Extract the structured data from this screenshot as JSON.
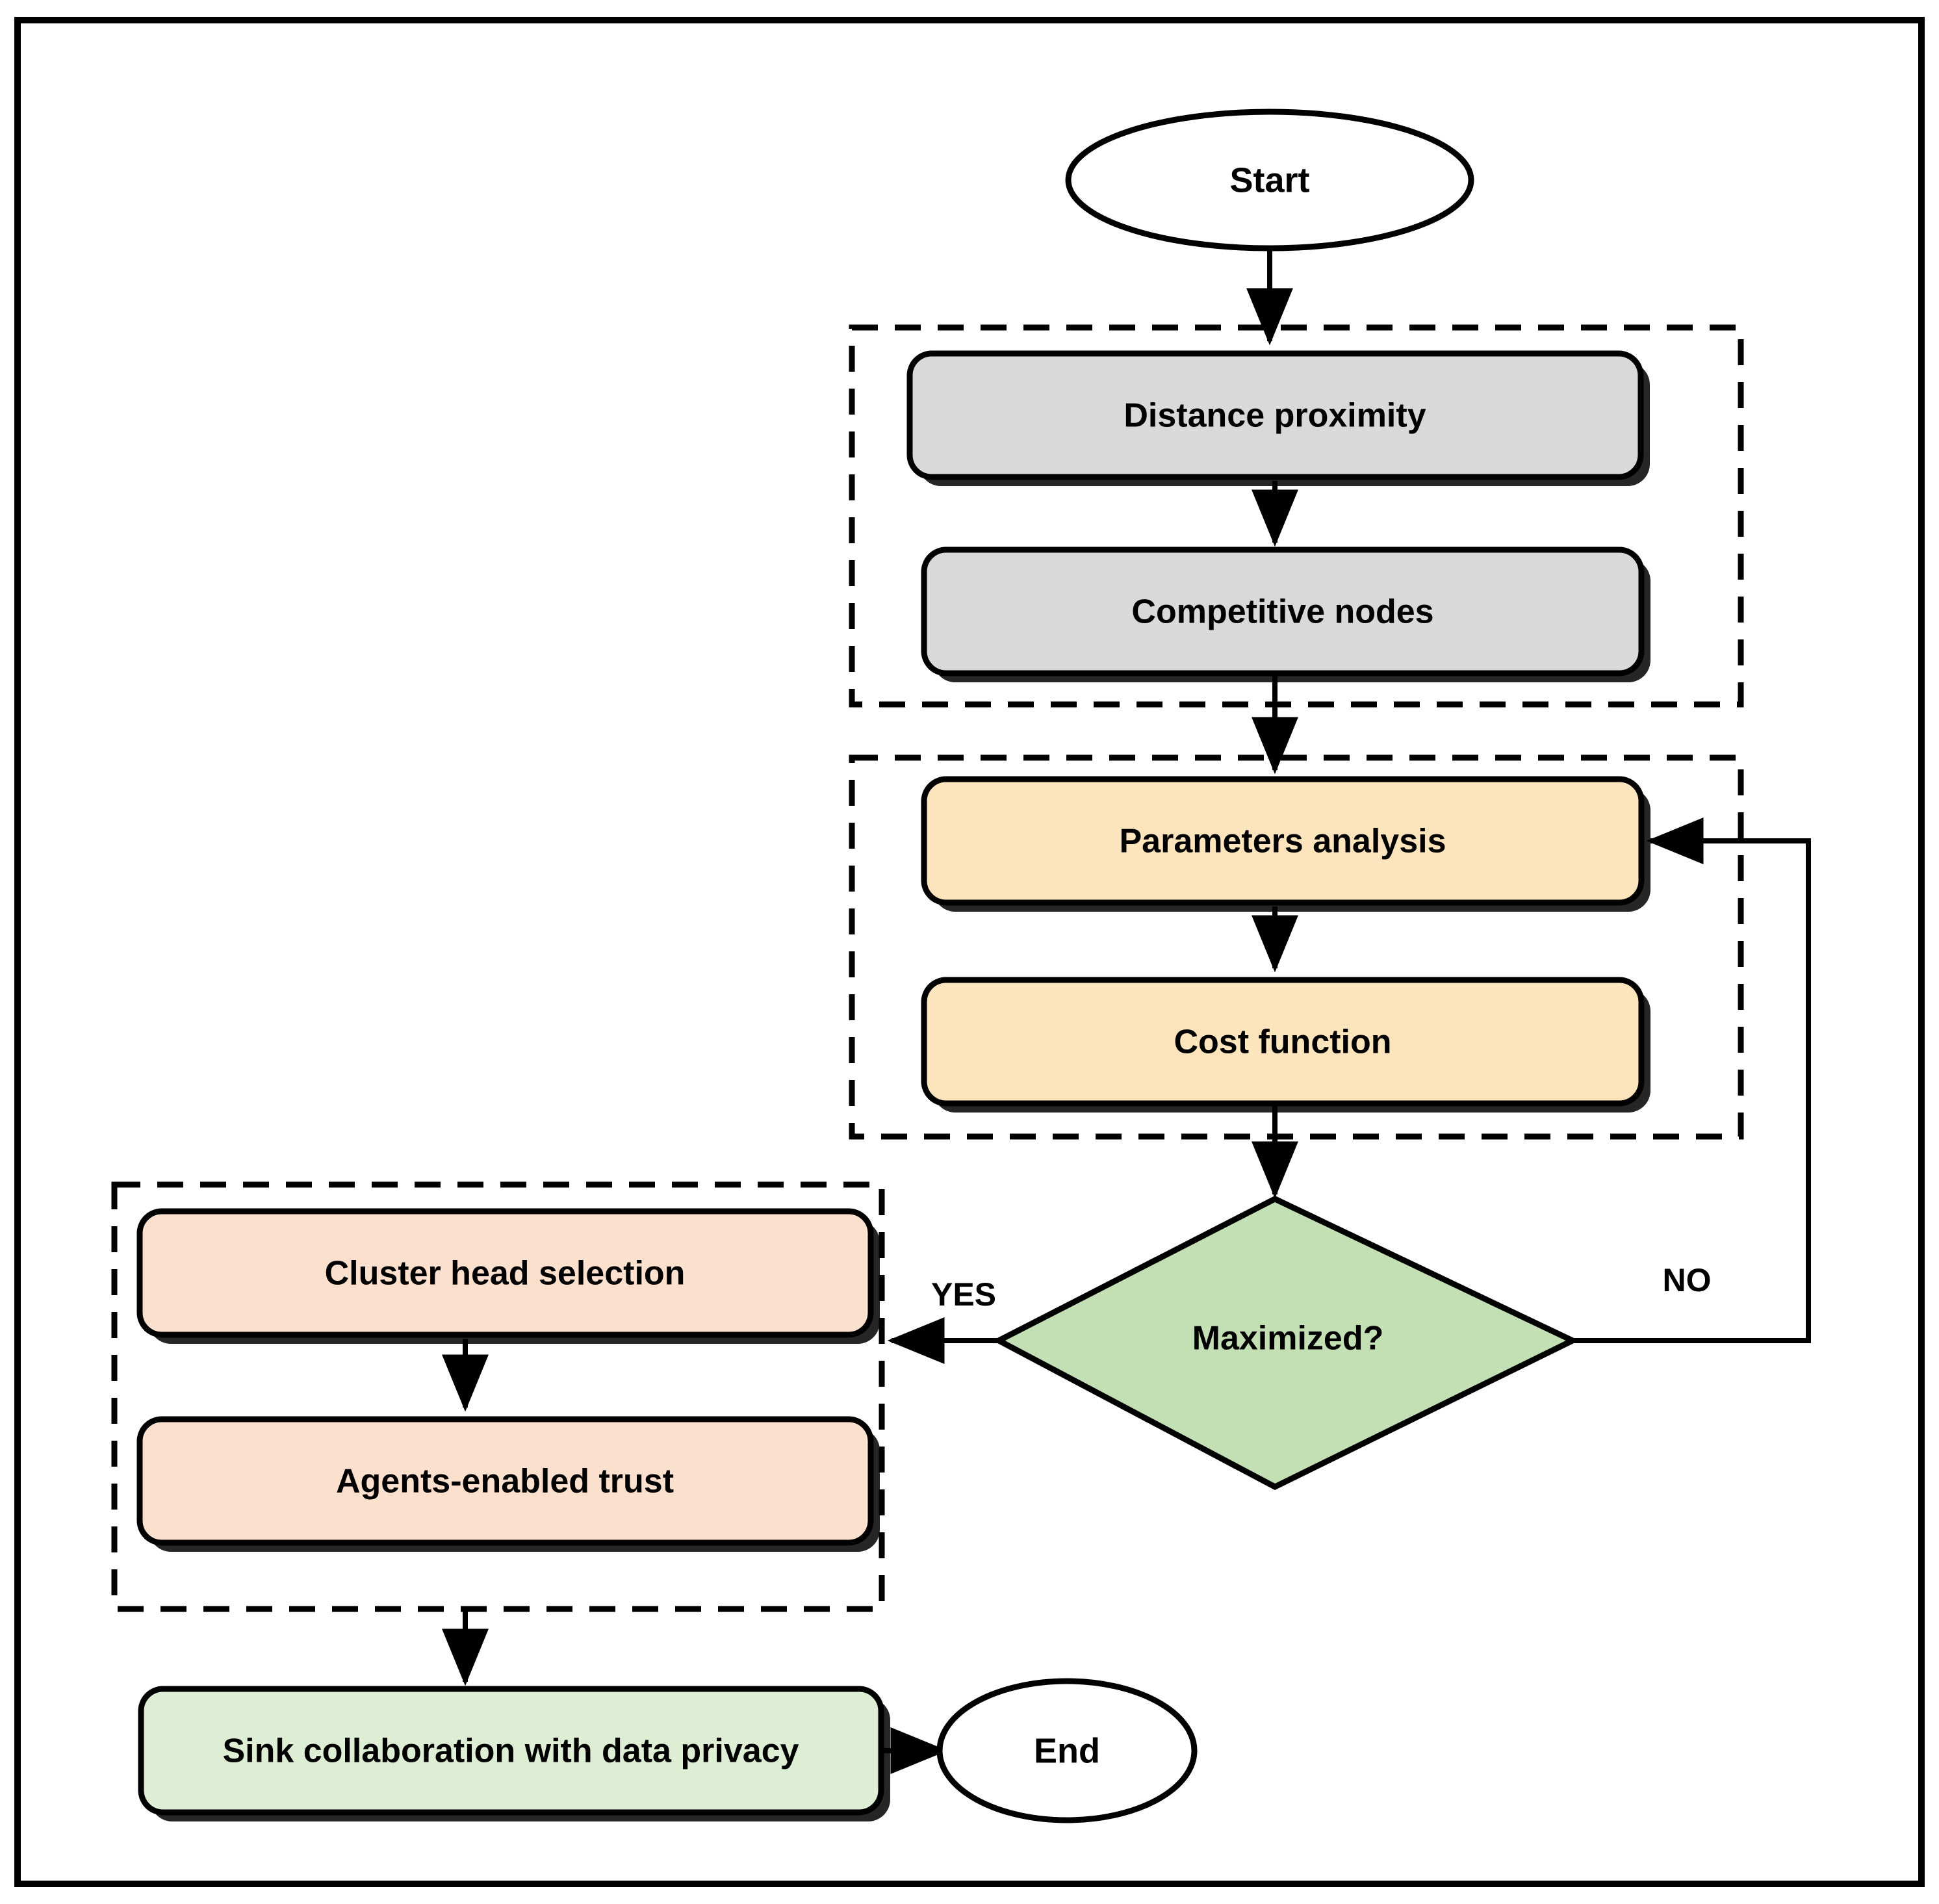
{
  "diagram": {
    "title_text": "",
    "colors": {
      "stage1_fill": "#d9d9d9",
      "stage2_fill": "#fce5bd",
      "stage3_fill": "#fbe0ce",
      "decision_fill": "#c3e0b4",
      "final_fill": "#ddeed4",
      "terminator_fill": "#ffffff",
      "stroke": "#000000",
      "background": "#ffffff"
    },
    "nodes": {
      "start": {
        "label": "Start",
        "shape": "ellipse"
      },
      "distance_proximity": {
        "label": "Distance proximity",
        "shape": "rounded-rect"
      },
      "competitive_nodes": {
        "label": "Competitive nodes",
        "shape": "rounded-rect"
      },
      "parameters_analysis": {
        "label": "Parameters analysis",
        "shape": "rounded-rect"
      },
      "cost_function": {
        "label": "Cost function",
        "shape": "rounded-rect"
      },
      "maximized": {
        "label": "Maximized?",
        "shape": "diamond"
      },
      "cluster_head_selection": {
        "label": "Cluster head selection",
        "shape": "rounded-rect"
      },
      "agents_enabled_trust": {
        "label": "Agents-enabled trust",
        "shape": "rounded-rect"
      },
      "sink_collaboration": {
        "label": "Sink collaboration with data privacy",
        "shape": "rounded-rect"
      },
      "end": {
        "label": "End",
        "shape": "ellipse"
      }
    },
    "edge_labels": {
      "yes": "YES",
      "no": "NO"
    },
    "groups": [
      {
        "name": "stage-1-group",
        "members": [
          "Distance proximity",
          "Competitive nodes"
        ]
      },
      {
        "name": "stage-2-group",
        "members": [
          "Parameters analysis",
          "Cost function"
        ]
      },
      {
        "name": "stage-3-group",
        "members": [
          "Cluster head selection",
          "Agents-enabled trust"
        ]
      }
    ]
  }
}
